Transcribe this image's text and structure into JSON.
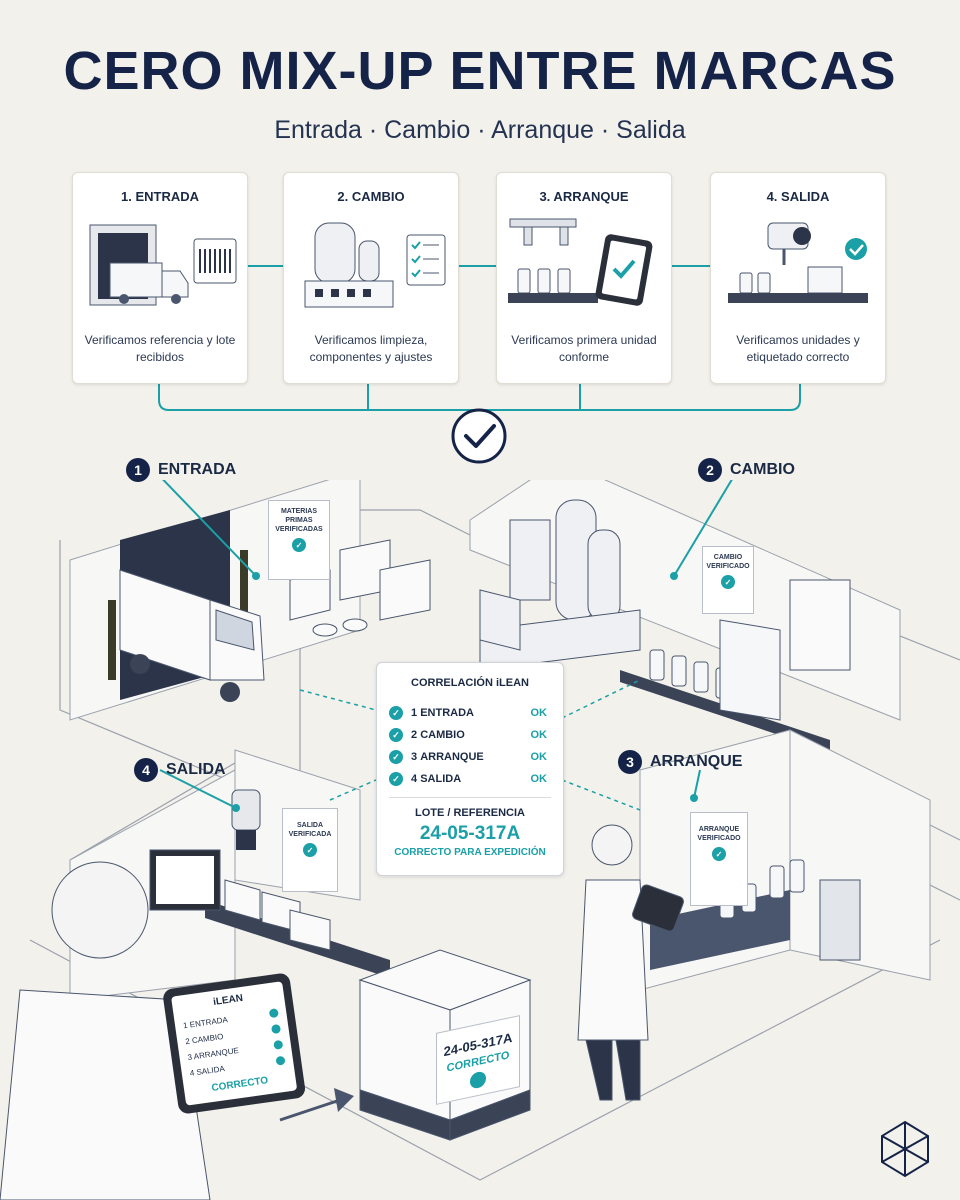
{
  "title": "CERO MIX-UP ENTRE MARCAS",
  "subtitle": "Entrada · Cambio · Arranque · Salida",
  "steps": [
    {
      "title": "1. ENTRADA",
      "desc": "Verificamos referencia y lote recibidos"
    },
    {
      "title": "2. CAMBIO",
      "desc": "Verificamos limpieza, componentes y ajustes"
    },
    {
      "title": "3. ARRANQUE",
      "desc": "Verificamos primera unidad conforme"
    },
    {
      "title": "4. SALIDA",
      "desc": "Verificamos unidades y etiquetado correcto"
    }
  ],
  "zones": [
    {
      "num": "1",
      "label": "ENTRADA"
    },
    {
      "num": "2",
      "label": "CAMBIO"
    },
    {
      "num": "3",
      "label": "ARRANQUE"
    },
    {
      "num": "4",
      "label": "SALIDA"
    }
  ],
  "signs": {
    "materias": "MATERIAS PRIMAS VERIFICADAS",
    "cambio": "CAMBIO VERIFICADO",
    "arranque": "ARRANQUE VERIFICADO",
    "salida": "SALIDA VERIFICADA"
  },
  "panel": {
    "header": "CORRELACIÓN iLEAN",
    "rows": [
      {
        "num": "1",
        "label": "ENTRADA",
        "status": "OK"
      },
      {
        "num": "2",
        "label": "CAMBIO",
        "status": "OK"
      },
      {
        "num": "3",
        "label": "ARRANQUE",
        "status": "OK"
      },
      {
        "num": "4",
        "label": "SALIDA",
        "status": "OK"
      }
    ],
    "lot_header": "LOTE / REFERENCIA",
    "lot_value": "24-05-317A",
    "lot_status": "CORRECTO PARA EXPEDICIÓN"
  },
  "tablet": {
    "header": "iLEAN",
    "rows": [
      "1 ENTRADA",
      "2 CAMBIO",
      "3 ARRANQUE",
      "4 SALIDA"
    ],
    "status": "CORRECTO"
  },
  "pallet": {
    "value": "24-05-317A",
    "status": "CORRECTO"
  },
  "icons": [
    "warehouse-door-icon",
    "truck-icon",
    "barcode-icon",
    "tanks-icon",
    "checklist-icon",
    "robot-arm-icon",
    "bottles-icon",
    "tablet-check-icon",
    "camera-icon",
    "check-icon",
    "pallet-icon",
    "logo-icon"
  ],
  "colors": {
    "navy": "#142347",
    "teal": "#1aa0a6",
    "background": "#f3f1eb"
  }
}
